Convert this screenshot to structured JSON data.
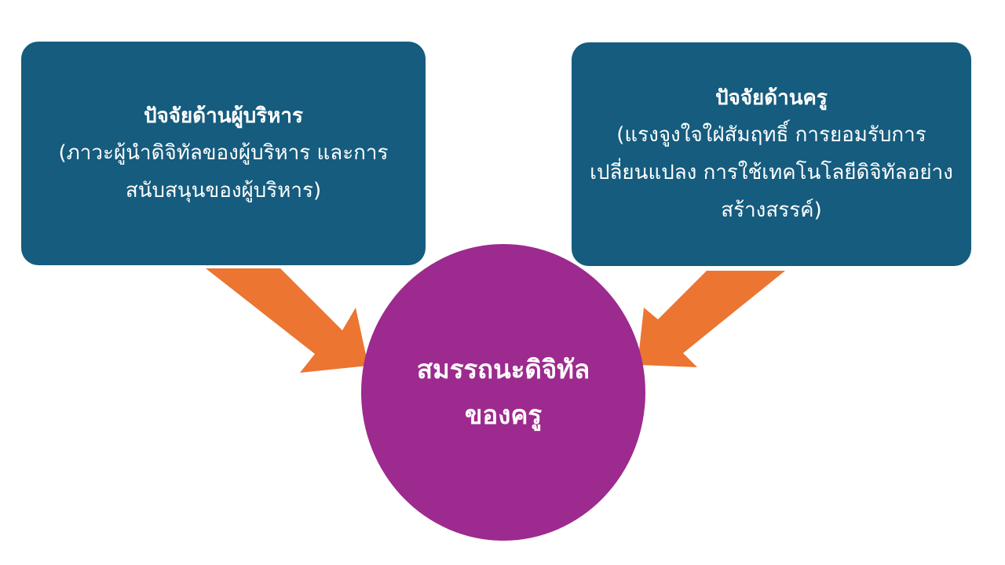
{
  "diagram": {
    "left_factor": {
      "title": "ปัจจัยด้านผู้บริหาร",
      "detail_lines": [
        "(ภาวะผู้นำดิจิทัลของผู้บริหาร และการ",
        "สนับสนุนของผู้บริหาร)"
      ]
    },
    "right_factor": {
      "title": "ปัจจัยด้านครู",
      "detail_lines": [
        "(แรงจูงใจใฝ่สัมฤทธิ์ การยอมรับการ",
        "เปลี่ยนแปลง การใช้เทคโนโลยีดิจิทัลอย่าง",
        "สร้างสรรค์)"
      ]
    },
    "outcome": {
      "lines": [
        "สมรรถนะดิจิทัล",
        "ของครู"
      ]
    },
    "colors": {
      "box": "#155c7e",
      "circle": "#9d2a8e",
      "arrow": "#eb7531",
      "text": "#ffffff"
    }
  }
}
